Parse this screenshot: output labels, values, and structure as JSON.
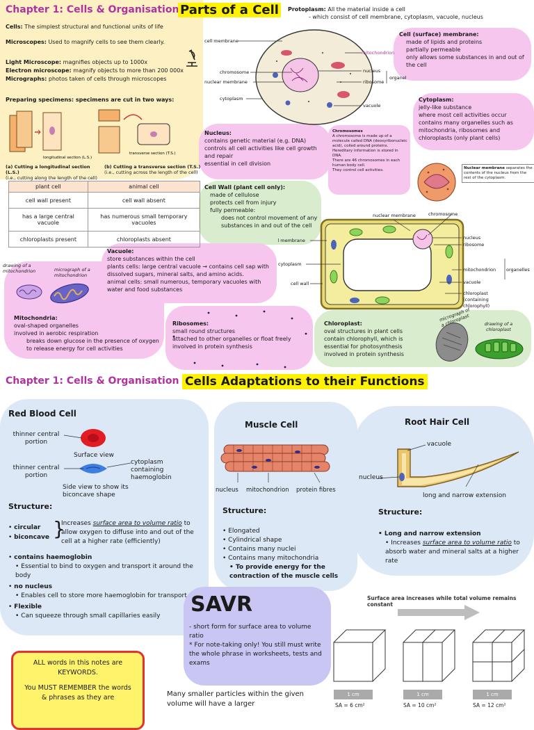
{
  "part1": {
    "chapter": "Chapter 1: Cells & Organisation (Part 1)",
    "title": "Parts of a Cell",
    "cells": {
      "term": "Cells:",
      "text": "The simplest structural and functional units of life"
    },
    "microscopes": {
      "term": "Microscopes:",
      "text": "Used to magnify cells to see them clearly."
    },
    "light_microscope": {
      "term": "Light Microscope:",
      "text": "magnifies objects up to 1000x"
    },
    "electron_microscope": {
      "term": "Electron microscope:",
      "text": "magnify objects to more than 200 000x"
    },
    "micrographs": {
      "term": "Micrographs:",
      "text": "photos taken of cells through microscopes"
    },
    "specimens_heading": "Preparing specimens: specimens are cut in two ways:",
    "section_labels": {
      "ls": "longitudinal section (L.S.)",
      "ts": "transverse section (T.S.)",
      "cap_a": "(a) Cutting a longitudinal section (L.S.)",
      "cap_a2": "(i.e., cutting along the length of the cell)",
      "cap_b": "(b) Cutting a transverse section (T.S.)",
      "cap_b2": "(i.e., cutting across the length of the cell)"
    },
    "table": {
      "headers": [
        "plant cell",
        "animal cell"
      ],
      "rows": [
        [
          "cell wall present",
          "cell wall absent"
        ],
        [
          "has a large central vacuole",
          "has numerous small temporary vacuoles"
        ],
        [
          "chloroplasts present",
          "chloroplasts absent"
        ]
      ]
    },
    "protoplasm": {
      "term": "Protoplasm:",
      "text": "All the material inside a cell",
      "text2": "- which consist of cell membrane, cytoplasm, vacuole, nucleus"
    },
    "animal_cell_labels": {
      "cell_membrane": "cell membrane",
      "chromosome": "chromosome",
      "nuclear_membrane": "nuclear membrane",
      "cytoplasm": "cytoplasm",
      "mitochondrion": "mitochondrion",
      "nucleus": "nucleus",
      "ribosome": "ribosome",
      "organelles": "organelles",
      "vacuole": "vacuole"
    },
    "cell_membrane_note": {
      "title": "Cell (surface) membrane:",
      "items": [
        "made of lipids and proteins",
        "partially permeable",
        "only allows some substances in and out of the cell"
      ]
    },
    "cytoplasm_note": {
      "title": "Cytoplasm:",
      "items": [
        "jelly-like substance",
        "where most cell activities occur",
        "contains many organelles such as mitochondria, ribosomes and chloroplasts (only plant cells)"
      ]
    },
    "nucleus_note": {
      "title": "Nucleus:",
      "items": [
        "contains genetic material (e.g. DNA)",
        "controls all cell activities like cell growth and repair",
        "essential in cell division"
      ]
    },
    "chromosomes_note": {
      "title": "Chromosomes",
      "items": [
        "A chromosome is made up of a molecule called DNA (deoxyribonucleic acid), coiled around proteins.",
        "Hereditary information is stored in DNA.",
        "There are 46 chromosomes in each human body cell.",
        "They control cell activities."
      ]
    },
    "nuclear_membrane_note": {
      "title": "Nuclear membrane",
      "text": "separates the contents of the nucleus from the rest of the cytoplasm."
    },
    "cell_wall_note": {
      "title": "Cell Wall (plant cell only):",
      "items": [
        "made of cellulose",
        "protects cell from injury",
        "fully permeable:"
      ],
      "sub": "does not control movement of any substances in and out of the cell"
    },
    "plant_cell_labels": {
      "nuclear_membrane": "nuclear membrane",
      "chromosome": "chromosome",
      "cell_membrane": "cell membrane",
      "cytoplasm": "cytoplasm",
      "cell_wall": "cell wall",
      "nucleus": "nucleus",
      "ribosome": "ribosome",
      "mitochondrion": "mitochondrion",
      "vacuole": "vacuole",
      "organelles": "organelles",
      "chloroplast": "chloroplast",
      "chloroplast2": "(containing",
      "chloroplast3": "chlorophyll)"
    },
    "vacuole_note": {
      "title": "Vacuole:",
      "items": [
        "store substances within the cell",
        "plants cells: large central vacuole → contains cell sap with dissolved sugars, mineral salts, and amino acids.",
        "animal cells: small numerous, temporary vacuoles with water and food substances"
      ]
    },
    "mito_labels": {
      "drawing": "drawing of a mitochondrion",
      "micrograph": "micrograph of a mitochondrion"
    },
    "mitochondria_note": {
      "title": "Mitochondria:",
      "items": [
        "oval-shaped organelles",
        "involved in aerobic respiration"
      ],
      "sub": "breaks down glucose in the presence of oxygen to release energy for cell activities"
    },
    "ribosomes_note": {
      "title": "Ribosomes:",
      "items": [
        "small round structures",
        "attached to other organelles or float freely",
        "involved in protein synthesis"
      ]
    },
    "chloroplast_note": {
      "title": "Chloroplast:",
      "items": [
        "oval structures in plant cells",
        "contain chlorophyll, which is essential for photosynthesis",
        "involved in protein synthesis"
      ]
    },
    "chloro_labels": {
      "micrograph": "micrograph of a chloroplast",
      "drawing": "drawing of a chloroplast"
    }
  },
  "part2": {
    "chapter": "Chapter 1: Cells & Organisation (Part 2)",
    "title": "Cells Adaptations to their Functions",
    "rbc": {
      "title": "Red Blood Cell",
      "thinner1": "thinner central portion",
      "surface_view": "Surface view",
      "thinner2": "thinner central portion",
      "cytoplasm": "cytoplasm containing haemoglobin",
      "side_view": "Side view to show its biconcave shape",
      "structure": "Structure:",
      "circular": "circular",
      "biconcave": "biconcave",
      "brace_pre": "Increases ",
      "brace_term": "surface area to volume ratio",
      "brace_post": " to allow oxygen to diffuse into and out of the cell at a higher rate (efficiently)",
      "haemoglobin": "contains haemoglobin",
      "haemoglobin_sub": "Essential to bind to oxygen and transport it around the body",
      "no_nucleus": "no nucleus",
      "no_nucleus_sub": "Enables cell to store more haemoglobin for transport",
      "flexible": "Flexible",
      "flexible_sub": "Can squeeze through small capillaries easily"
    },
    "muscle": {
      "title": "Muscle Cell",
      "labels": [
        "nucleus",
        "mitochondrion",
        "protein fibres"
      ],
      "structure": "Structure:",
      "items": [
        "Elongated",
        "Cylindrical shape",
        "Contains many nuclei",
        "Contains many mitochondria"
      ],
      "sub": "To provide energy for the contraction of the muscle cells"
    },
    "root_hair": {
      "title": "Root Hair Cell",
      "vacuole": "vacuole",
      "nucleus": "nucleus",
      "extension": "long and narrow extension",
      "structure": "Structure:",
      "item": "Long and narrow extension",
      "sub_pre": "Increases ",
      "sub_term": "surface area to volume ratio",
      "sub_post": " to absorb water and mineral salts at a higher rate"
    },
    "savr": {
      "title": "SAVR",
      "line1": "- short form for surface area to volume ratio",
      "line2": "* For note-taking only! You still must write the whole phrase in worksheets, tests and exams"
    },
    "keywords_box": {
      "line1": "ALL words in this notes are KEYWORDS.",
      "line2": "You MUST REMEMBER the words & phrases as they are"
    },
    "particles_text": "Many smaller particles within the given volume will have a larger",
    "cubes": {
      "caption": "Surface area increases while total volume remains constant",
      "unit": "1 cm",
      "sa": [
        "SA = 6 cm²",
        "SA = 10 cm²",
        "SA = 12 cm²"
      ]
    }
  }
}
